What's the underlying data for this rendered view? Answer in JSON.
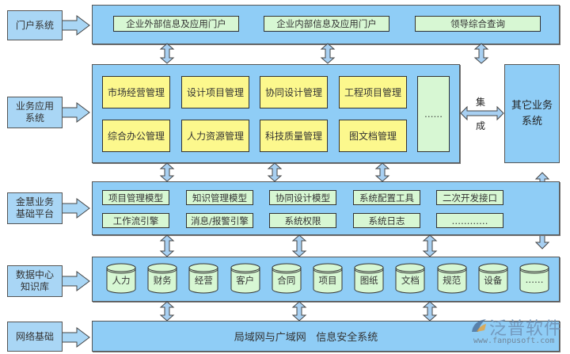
{
  "layers": {
    "portal": {
      "label": "门户系统",
      "items": [
        "企业外部信息及应用门户",
        "企业内部信息及应用门户",
        "领导综合查询"
      ]
    },
    "business": {
      "label": "业务应用系统",
      "label_lines": [
        "业务应用",
        "系统"
      ],
      "items": [
        "市场经营管理",
        "设计项目管理",
        "协同设计管理",
        "工程项目管理",
        "综合办公管理",
        "人力资源管理",
        "科技质量管理",
        "图文档管理"
      ],
      "more": "……"
    },
    "platform": {
      "label_lines": [
        "金慧业务",
        "基础平台"
      ],
      "items": [
        "项目管理模型",
        "知识管理模型",
        "协同设计模型",
        "系统配置工具",
        "二次开发接口",
        "工作流引擎",
        "消息/报警引擎",
        "系统权限",
        "系统日志",
        "…………"
      ]
    },
    "data": {
      "label_lines": [
        "数据中心",
        "知识库"
      ],
      "items": [
        "人力",
        "财务",
        "经营",
        "客户",
        "合同",
        "项目",
        "图纸",
        "文档",
        "规范",
        "设备",
        "……"
      ]
    },
    "network": {
      "label": "网络基础",
      "content": "局域网与广域网   信息安全系统"
    }
  },
  "other_system": {
    "label_lines": [
      "其它业务",
      "系统"
    ]
  },
  "integration": {
    "label_top": "集",
    "label_bottom": "成"
  },
  "watermark": {
    "brand": "泛普软件",
    "url": "www.fanpusoft.com"
  },
  "colors": {
    "panel": "#8fcdf6",
    "label": "#a9d6f5",
    "green_box": "#d7f7d3",
    "yellow_box": "#fcf88d",
    "arrow_fill": "#a8d0f2"
  }
}
